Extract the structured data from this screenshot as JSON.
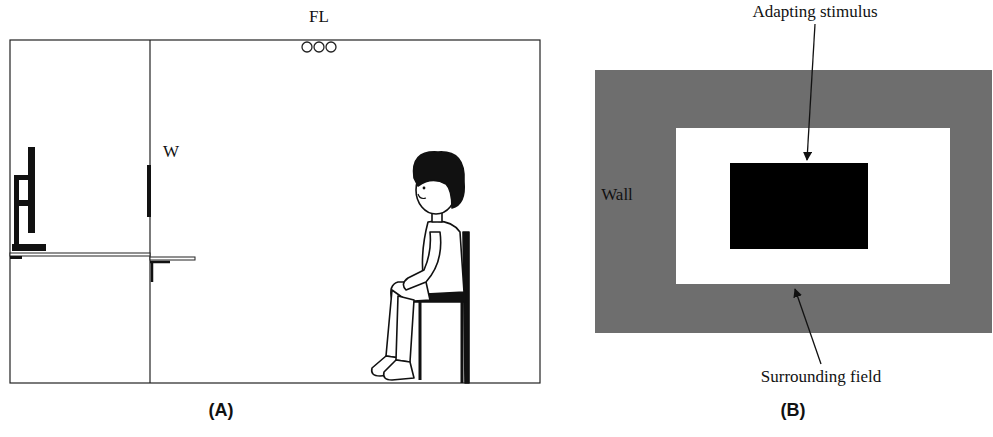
{
  "diagram": {
    "nodes": [
      {
        "text": [
          "Wall"
        ]
      }
    ],
    "labels": [
      "FL",
      "W",
      "(A)",
      "Adapting stimulus",
      "Surrounding field",
      "(B)"
    ]
  }
}
